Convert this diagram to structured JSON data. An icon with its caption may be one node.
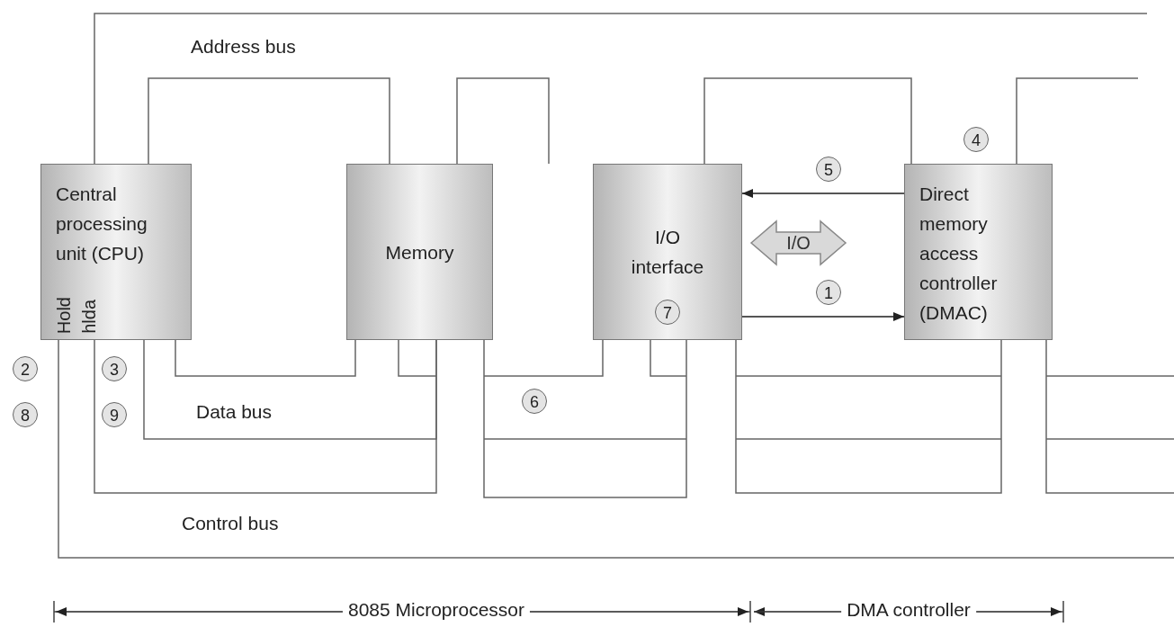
{
  "diagram": {
    "nodes": [
      {
        "text": [
          "Central processing unit (CPU)",
          "Hold",
          "hlda"
        ]
      },
      {
        "text": [
          "Memory"
        ]
      },
      {
        "text": [
          "I/O interface"
        ]
      },
      {
        "text": [
          "Direct memory access controller (DMAC)"
        ]
      }
    ],
    "edges": [
      {
        "from": 3,
        "to": 2,
        "arrow": "to"
      },
      {
        "from": 2,
        "to": 3,
        "arrow": "both",
        "label": "I/O",
        "style": "thick"
      },
      {
        "from": 2,
        "to": 3,
        "arrow": "to"
      },
      {
        "from": 0,
        "to": 1,
        "arrow": "none"
      },
      {
        "from": 1,
        "to": 2,
        "arrow": "none"
      },
      {
        "from": 2,
        "to": 3,
        "arrow": "none"
      },
      {
        "from": 0,
        "to": null,
        "arrow": "none"
      },
      {
        "from": 3,
        "to": null,
        "arrow": "none"
      },
      {
        "from": 0,
        "to": 1,
        "arrow": "none"
      },
      {
        "from": 0,
        "to": 1,
        "arrow": "none"
      },
      {
        "from": 1,
        "to": 2,
        "arrow": "none"
      },
      {
        "from": 2,
        "to": 3,
        "arrow": "none"
      },
      {
        "from": 3,
        "to": null,
        "arrow": "none"
      },
      {
        "from": 0,
        "to": null,
        "arrow": "none"
      },
      {
        "from": 0,
        "to": 1,
        "arrow": "none"
      }
    ],
    "labels": [
      "Address bus",
      "4",
      "5",
      "1",
      "7",
      "2",
      "3",
      "6",
      "8",
      "9",
      "Data bus",
      "Control bus",
      "8085 Microprocessor",
      "DMA controller"
    ]
  }
}
